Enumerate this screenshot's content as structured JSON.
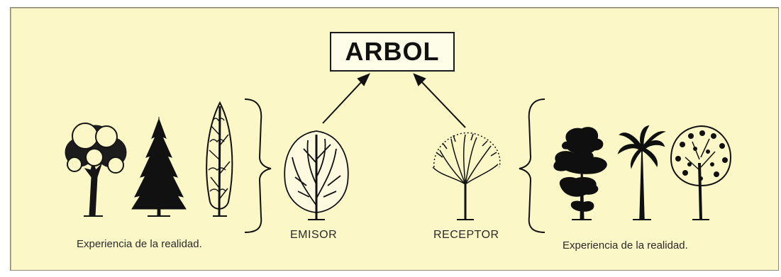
{
  "diagram": {
    "word": "ARBOL",
    "left_caption": "Experiencia de la realidad.",
    "right_caption": "Experiencia de la realidad.",
    "emitter_label": "EMISOR",
    "receiver_label": "RECEPTOR",
    "left_trees": [
      "round-tree-icon",
      "fir-tree-icon",
      "poplar-tree-icon"
    ],
    "right_trees": [
      "layered-tree-icon",
      "palm-tree-icon",
      "leafy-tree-icon"
    ],
    "emitter_tree": "outline-tree-icon",
    "receiver_tree": "fan-tree-icon",
    "colors": {
      "background": "#fbf7c6",
      "ink": "#1a1a1a"
    }
  }
}
